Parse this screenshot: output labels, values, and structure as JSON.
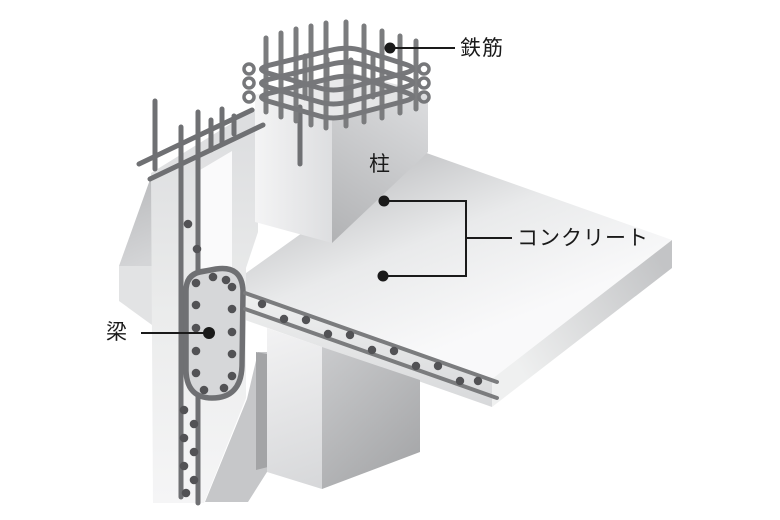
{
  "labels": {
    "rebar": "鉄筋",
    "column": "柱",
    "concrete": "コンクリート",
    "beam": "梁"
  },
  "colors": {
    "background": "#ffffff",
    "label_text": "#1a1a1a",
    "leader_line": "#1a1a1a",
    "leader_dot": "#1a1a1a",
    "rebar_bar": "#76777a",
    "stirrup": "#6f7073",
    "rebar_section_dot": "#525255",
    "concrete_light": "#f4f5f5",
    "concrete_mid": "#d8d9da",
    "concrete_dark": "#aeafb1"
  }
}
